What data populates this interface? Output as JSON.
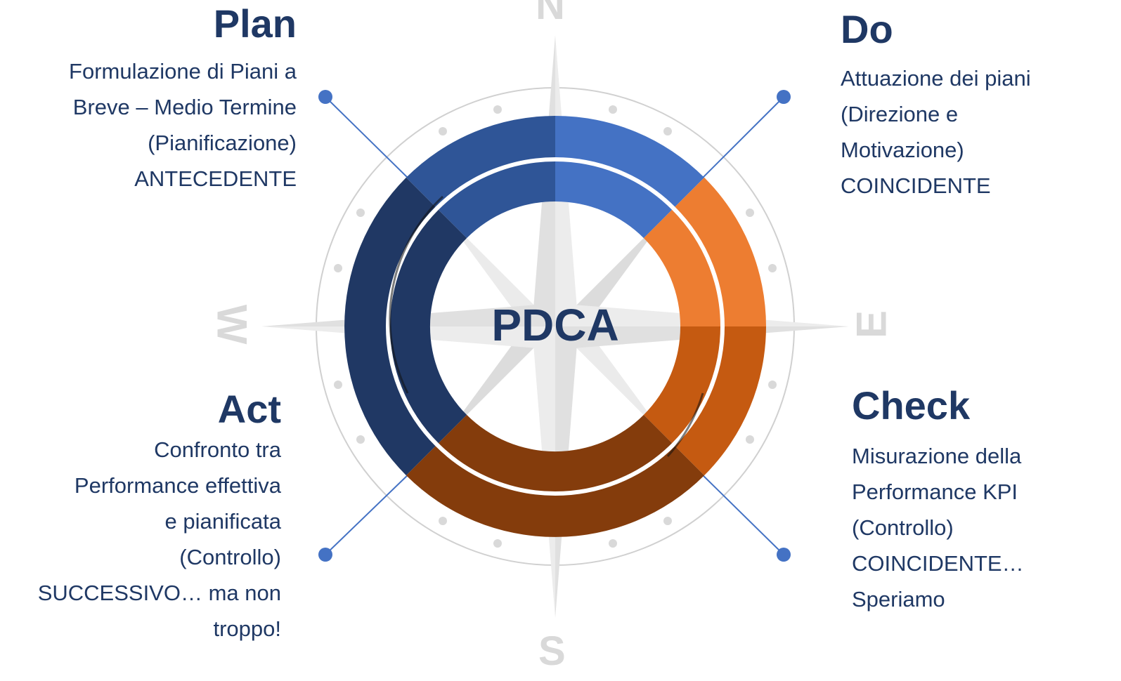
{
  "center_label": "PDCA",
  "compass": {
    "north": "N",
    "south": "S",
    "east": "E",
    "west": "W"
  },
  "phases": {
    "plan": {
      "title": "Plan",
      "lines": [
        "Formulazione di Piani a",
        "Breve – Medio Termine",
        "(Pianificazione)",
        "ANTECEDENTE"
      ]
    },
    "do": {
      "title": "Do",
      "lines": [
        "Attuazione dei piani",
        "(Direzione e",
        "Motivazione)",
        "COINCIDENTE"
      ]
    },
    "check": {
      "title": "Check",
      "lines": [
        "Misurazione della",
        "Performance KPI",
        "(Controllo)",
        "COINCIDENTE…",
        "Speriamo"
      ]
    },
    "act": {
      "title": "Act",
      "lines": [
        "Confronto tra",
        "Performance effettiva",
        "e pianificata",
        "(Controllo)",
        "SUCCESSIVO… ma non",
        "troppo!"
      ]
    }
  },
  "colors": {
    "plan_light": "#4472c4",
    "plan_dark": "#2f5597",
    "act_dark": "#203864",
    "do_light": "#ed7d31",
    "check_mid": "#c55a11",
    "act_bottom": "#843c0c",
    "text": "#1f3864",
    "compass": "#d9d9d9"
  }
}
